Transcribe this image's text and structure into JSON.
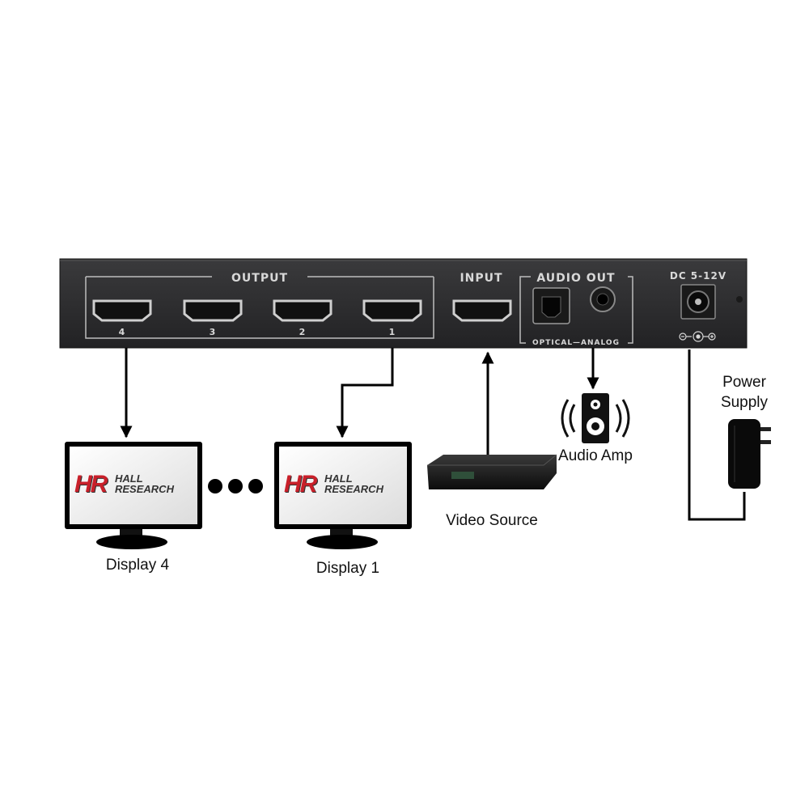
{
  "panel": {
    "output_label": "OUTPUT",
    "input_label": "INPUT",
    "audio_out_label": "AUDIO OUT",
    "optical_analog_label": "OPTICAL—ANALOG",
    "dc_label": "DC 5-12V",
    "port_numbers": [
      "4",
      "3",
      "2",
      "1"
    ]
  },
  "devices": {
    "display_4": "Display 4",
    "display_1": "Display 1",
    "video_source": "Video Source",
    "audio_amp": "Audio Amp",
    "power_supply_line1": "Power",
    "power_supply_line2": "Supply"
  },
  "logo": {
    "mark": "HR",
    "line1": "HALL",
    "line2": "RESEARCH"
  },
  "colors": {
    "panel": "#2c2c2e",
    "panel_text": "#d8d8d8",
    "logo_red": "#c8202a",
    "connector": "#000000"
  }
}
